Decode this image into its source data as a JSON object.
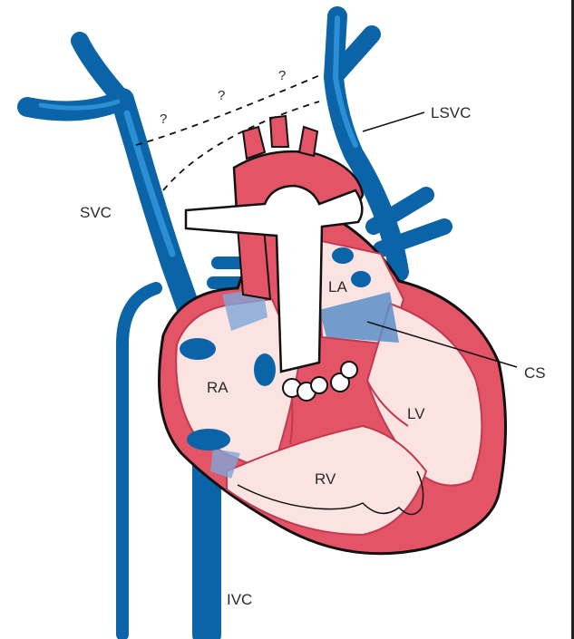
{
  "labels": {
    "svc": "SVC",
    "lsvc": "LSVC",
    "cs": "CS",
    "ivc": "IVC",
    "ra": "RA",
    "la": "LA",
    "lv": "LV",
    "rv": "RV",
    "q1": "?",
    "q2": "?",
    "q3": "?"
  },
  "colors": {
    "vein_dark": "#0b63a8",
    "vein_light": "#2b8fd6",
    "heart_wall": "#e45467",
    "heart_inner": "#fbe3e1",
    "coronary_sinus": "#5b8fc9",
    "outline": "#111111"
  }
}
